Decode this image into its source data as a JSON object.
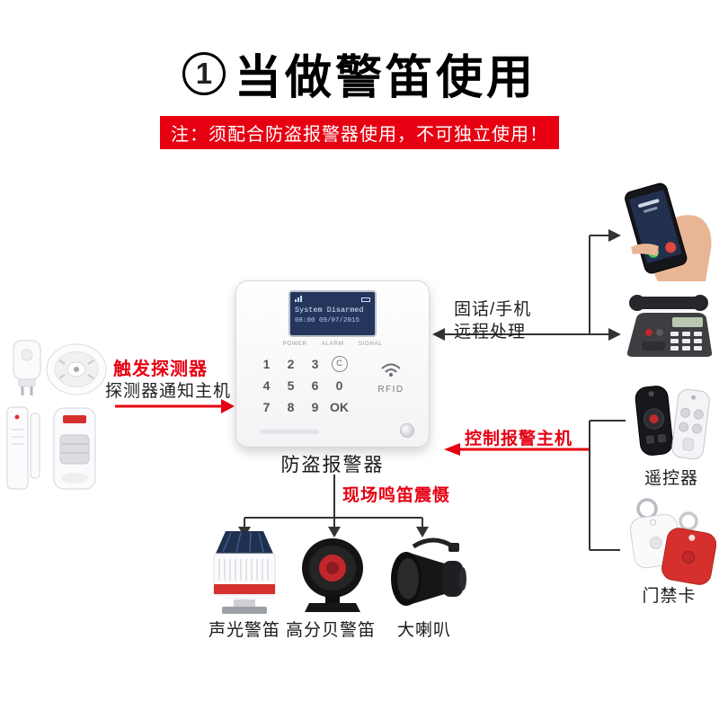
{
  "header": {
    "badge_digit": "1",
    "title": "当做警笛使用",
    "note": "注：须配合防盗报警器使用，不可独立使用！"
  },
  "panel": {
    "label": "防盗报警器",
    "lcd": {
      "line1": "System Disarmed",
      "line2": "08:00 09/07/2015"
    },
    "indicators": [
      "POWER",
      "ALARM",
      "SIGNAL"
    ],
    "keys": [
      "1",
      "2",
      "3",
      "C",
      "4",
      "5",
      "6",
      "0",
      "7",
      "8",
      "9",
      "OK"
    ],
    "rfid_label": "RFID"
  },
  "left": {
    "trigger_label": "触发探测器",
    "notify_label": "探测器通知主机"
  },
  "right_top": {
    "line1": "固话/手机",
    "line2": "远程处理"
  },
  "right_mid": {
    "control_label": "控制报警主机",
    "remote_label": "遥控器"
  },
  "right_bottom": {
    "card_label": "门禁卡"
  },
  "bottom": {
    "siren_action": "现场鸣笛震慑",
    "siren1": "声光警笛",
    "siren2": "高分贝警笛",
    "siren3": "大喇叭"
  },
  "colors": {
    "accent_red": "#e60012",
    "line_black": "#333333"
  }
}
